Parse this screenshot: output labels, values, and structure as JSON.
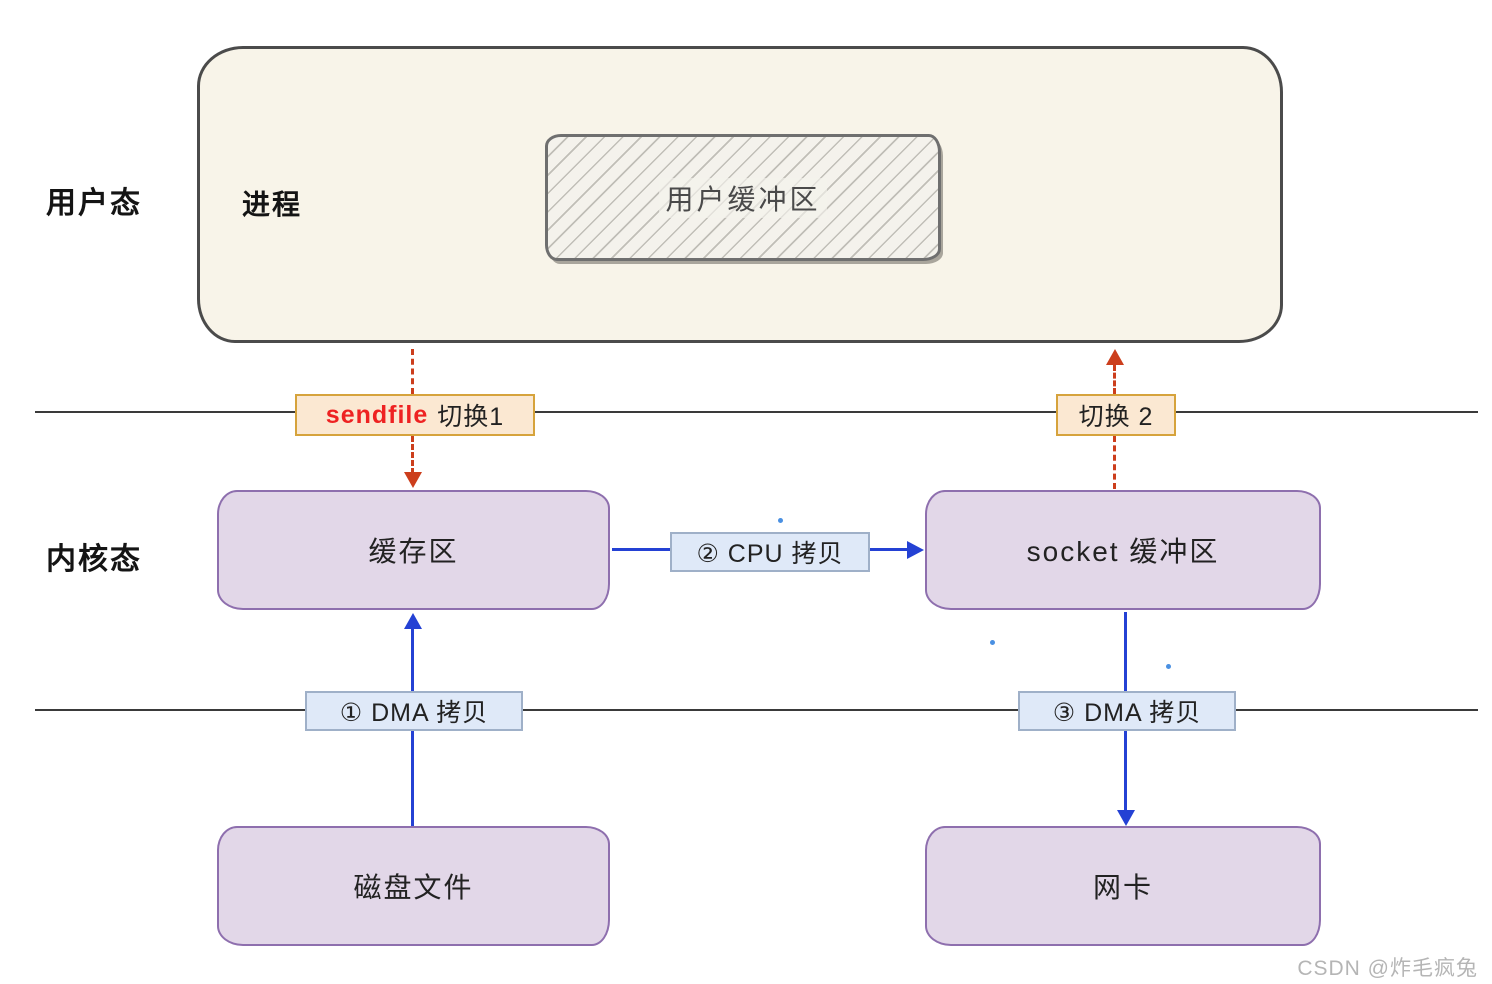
{
  "lanes": {
    "user_mode": "用户态",
    "kernel_mode": "内核态"
  },
  "process": {
    "label": "进程",
    "user_buffer": "用户缓冲区"
  },
  "switch_labels": {
    "sendfile": "sendfile",
    "switch1": "切换1",
    "switch2": "切换 2"
  },
  "kernel_boxes": {
    "page_cache": "缓存区",
    "socket_buffer": "socket 缓冲区"
  },
  "copy_labels": {
    "cpu_copy": "② CPU 拷贝",
    "dma_copy_1": "① DMA 拷贝",
    "dma_copy_3": "③ DMA 拷贝"
  },
  "hardware_boxes": {
    "disk_file": "磁盘文件",
    "nic": "网卡"
  },
  "watermark": "CSDN @炸毛疯兔",
  "colors": {
    "process_fill": "#f8f4e9",
    "process_border": "#4b4b4b",
    "buffer_fill": "#e2d7e8",
    "buffer_border": "#8e6fae",
    "switch_label_fill": "#fbe8d2",
    "switch_label_border": "#d6a33c",
    "copy_label_fill": "#dfe9f8",
    "copy_label_border": "#9fb0c8",
    "blue_arrow": "#2441d4",
    "red_dashed_arrow": "#cc3e1c",
    "sendfile_text_red": "#ee2222",
    "watermark_gray": "#b5b5b5"
  }
}
